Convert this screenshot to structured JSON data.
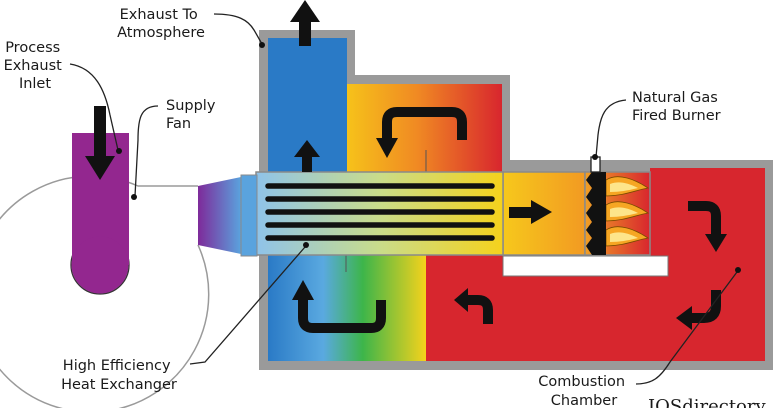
{
  "labels": {
    "exhaust_to_atmosphere": [
      "Exhaust To",
      "Atmosphere"
    ],
    "process_exhaust_inlet": [
      "Process",
      "Exhaust",
      "Inlet"
    ],
    "supply_fan": [
      "Supply",
      "Fan"
    ],
    "natural_gas_fired_burner": [
      "Natural Gas",
      "Fired Burner"
    ],
    "high_efficiency_heat_exchanger": [
      "High Efficiency",
      "Heat Exchanger"
    ],
    "combustion_chamber": [
      "Combustion",
      "Chamber"
    ]
  },
  "watermark": "IQSdirectory",
  "colors": {
    "housing": "#9a9a9a",
    "exhaust_blue": "#2a7ac6",
    "inlet_purple": "#93278f",
    "combustion_red": "#d7262e",
    "exchanger_yellow": "#f5c518"
  }
}
